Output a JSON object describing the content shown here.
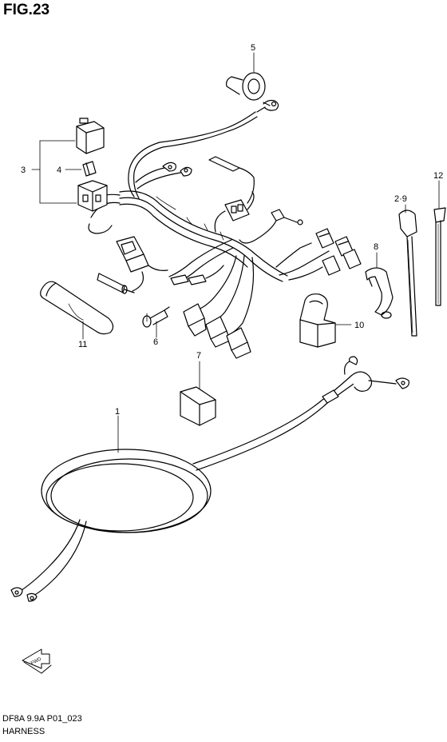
{
  "figure": {
    "title": "FIG.23"
  },
  "callouts": {
    "c1": "1",
    "c2_9": "2·9",
    "c3": "3",
    "c4": "4",
    "c5": "5",
    "c6": "6",
    "c7": "7",
    "c8": "8",
    "c10": "10",
    "c11": "11",
    "c12": "12"
  },
  "fwd_badge": "FWD",
  "footer": {
    "code": "DF8A 9.9A P01_023",
    "name": "HARNESS"
  }
}
